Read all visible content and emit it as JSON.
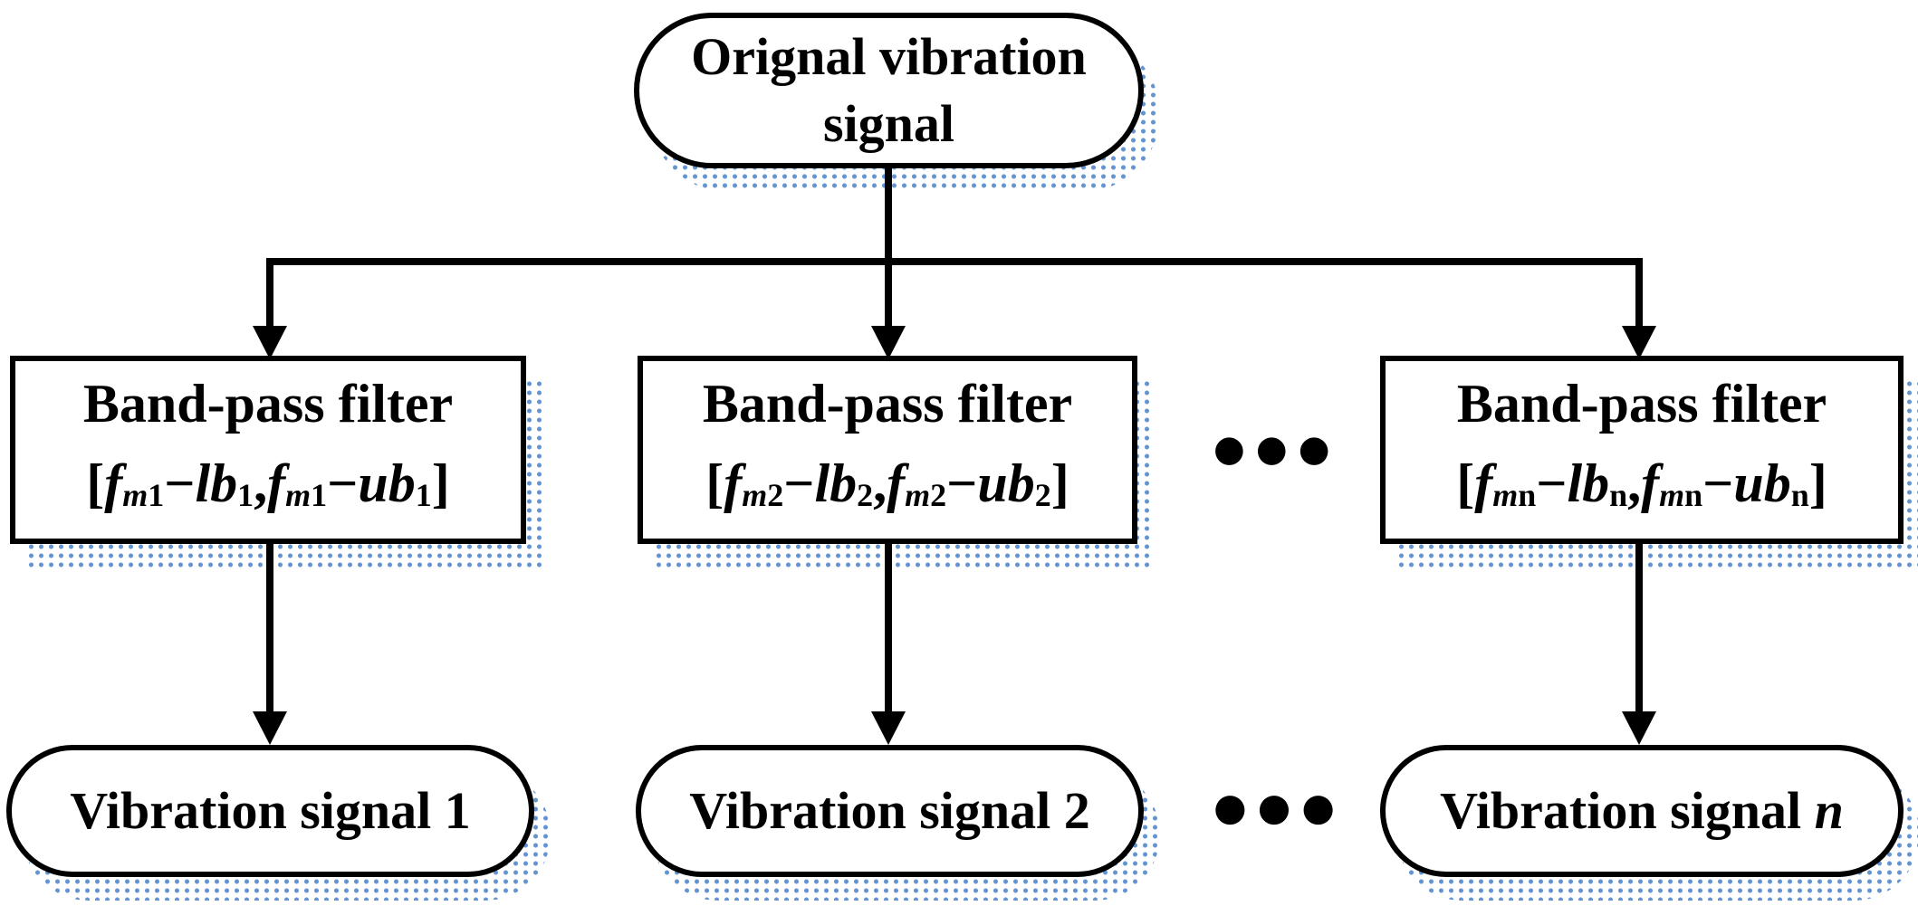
{
  "colors": {
    "line": "#000000",
    "node_fill": "#ffffff",
    "shadow_dot": "#6495d2"
  },
  "top_node": {
    "lines": [
      "Orignal vibration",
      "signal"
    ]
  },
  "filters": [
    {
      "title": "Band-pass filter",
      "formula": [
        {
          "t": "["
        },
        {
          "t": "f",
          "s": "i"
        },
        {
          "t": "m",
          "s": "i sub"
        },
        {
          "t": "1",
          "s": "sub"
        },
        {
          "t": "−"
        },
        {
          "t": "lb",
          "s": "i"
        },
        {
          "t": "1",
          "s": "sub"
        },
        {
          "t": ","
        },
        {
          "t": "f",
          "s": "i"
        },
        {
          "t": "m",
          "s": "i sub"
        },
        {
          "t": "1",
          "s": "sub"
        },
        {
          "t": "−"
        },
        {
          "t": "ub",
          "s": "i"
        },
        {
          "t": "1",
          "s": "sub"
        },
        {
          "t": "]"
        }
      ]
    },
    {
      "title": "Band-pass filter",
      "formula": [
        {
          "t": "["
        },
        {
          "t": "f",
          "s": "i"
        },
        {
          "t": "m",
          "s": "i sub"
        },
        {
          "t": "2",
          "s": "sub"
        },
        {
          "t": "−"
        },
        {
          "t": "lb",
          "s": "i"
        },
        {
          "t": "2",
          "s": "sub"
        },
        {
          "t": ","
        },
        {
          "t": "f",
          "s": "i"
        },
        {
          "t": "m",
          "s": "i sub"
        },
        {
          "t": "2",
          "s": "sub"
        },
        {
          "t": "−"
        },
        {
          "t": "ub",
          "s": "i"
        },
        {
          "t": "2",
          "s": "sub"
        },
        {
          "t": "]"
        }
      ]
    },
    {
      "title": "Band-pass filter",
      "formula": [
        {
          "t": "["
        },
        {
          "t": "f",
          "s": "i"
        },
        {
          "t": "m",
          "s": "i sub"
        },
        {
          "t": "n",
          "s": "sub"
        },
        {
          "t": "−"
        },
        {
          "t": "lb",
          "s": "i"
        },
        {
          "t": "n",
          "s": "sub"
        },
        {
          "t": ","
        },
        {
          "t": "f",
          "s": "i"
        },
        {
          "t": "m",
          "s": "i sub"
        },
        {
          "t": "n",
          "s": "sub"
        },
        {
          "t": "−"
        },
        {
          "t": "ub",
          "s": "i"
        },
        {
          "t": "n",
          "s": "sub"
        },
        {
          "t": "]"
        }
      ]
    }
  ],
  "signals": [
    {
      "label": [
        {
          "t": "Vibration signal 1"
        }
      ]
    },
    {
      "label": [
        {
          "t": "Vibration signal 2"
        }
      ]
    },
    {
      "label": [
        {
          "t": "Vibration signal "
        },
        {
          "t": "n",
          "s": "i"
        }
      ]
    }
  ],
  "ellipsis": {
    "mid": "●●●",
    "bottom": "●●●"
  }
}
